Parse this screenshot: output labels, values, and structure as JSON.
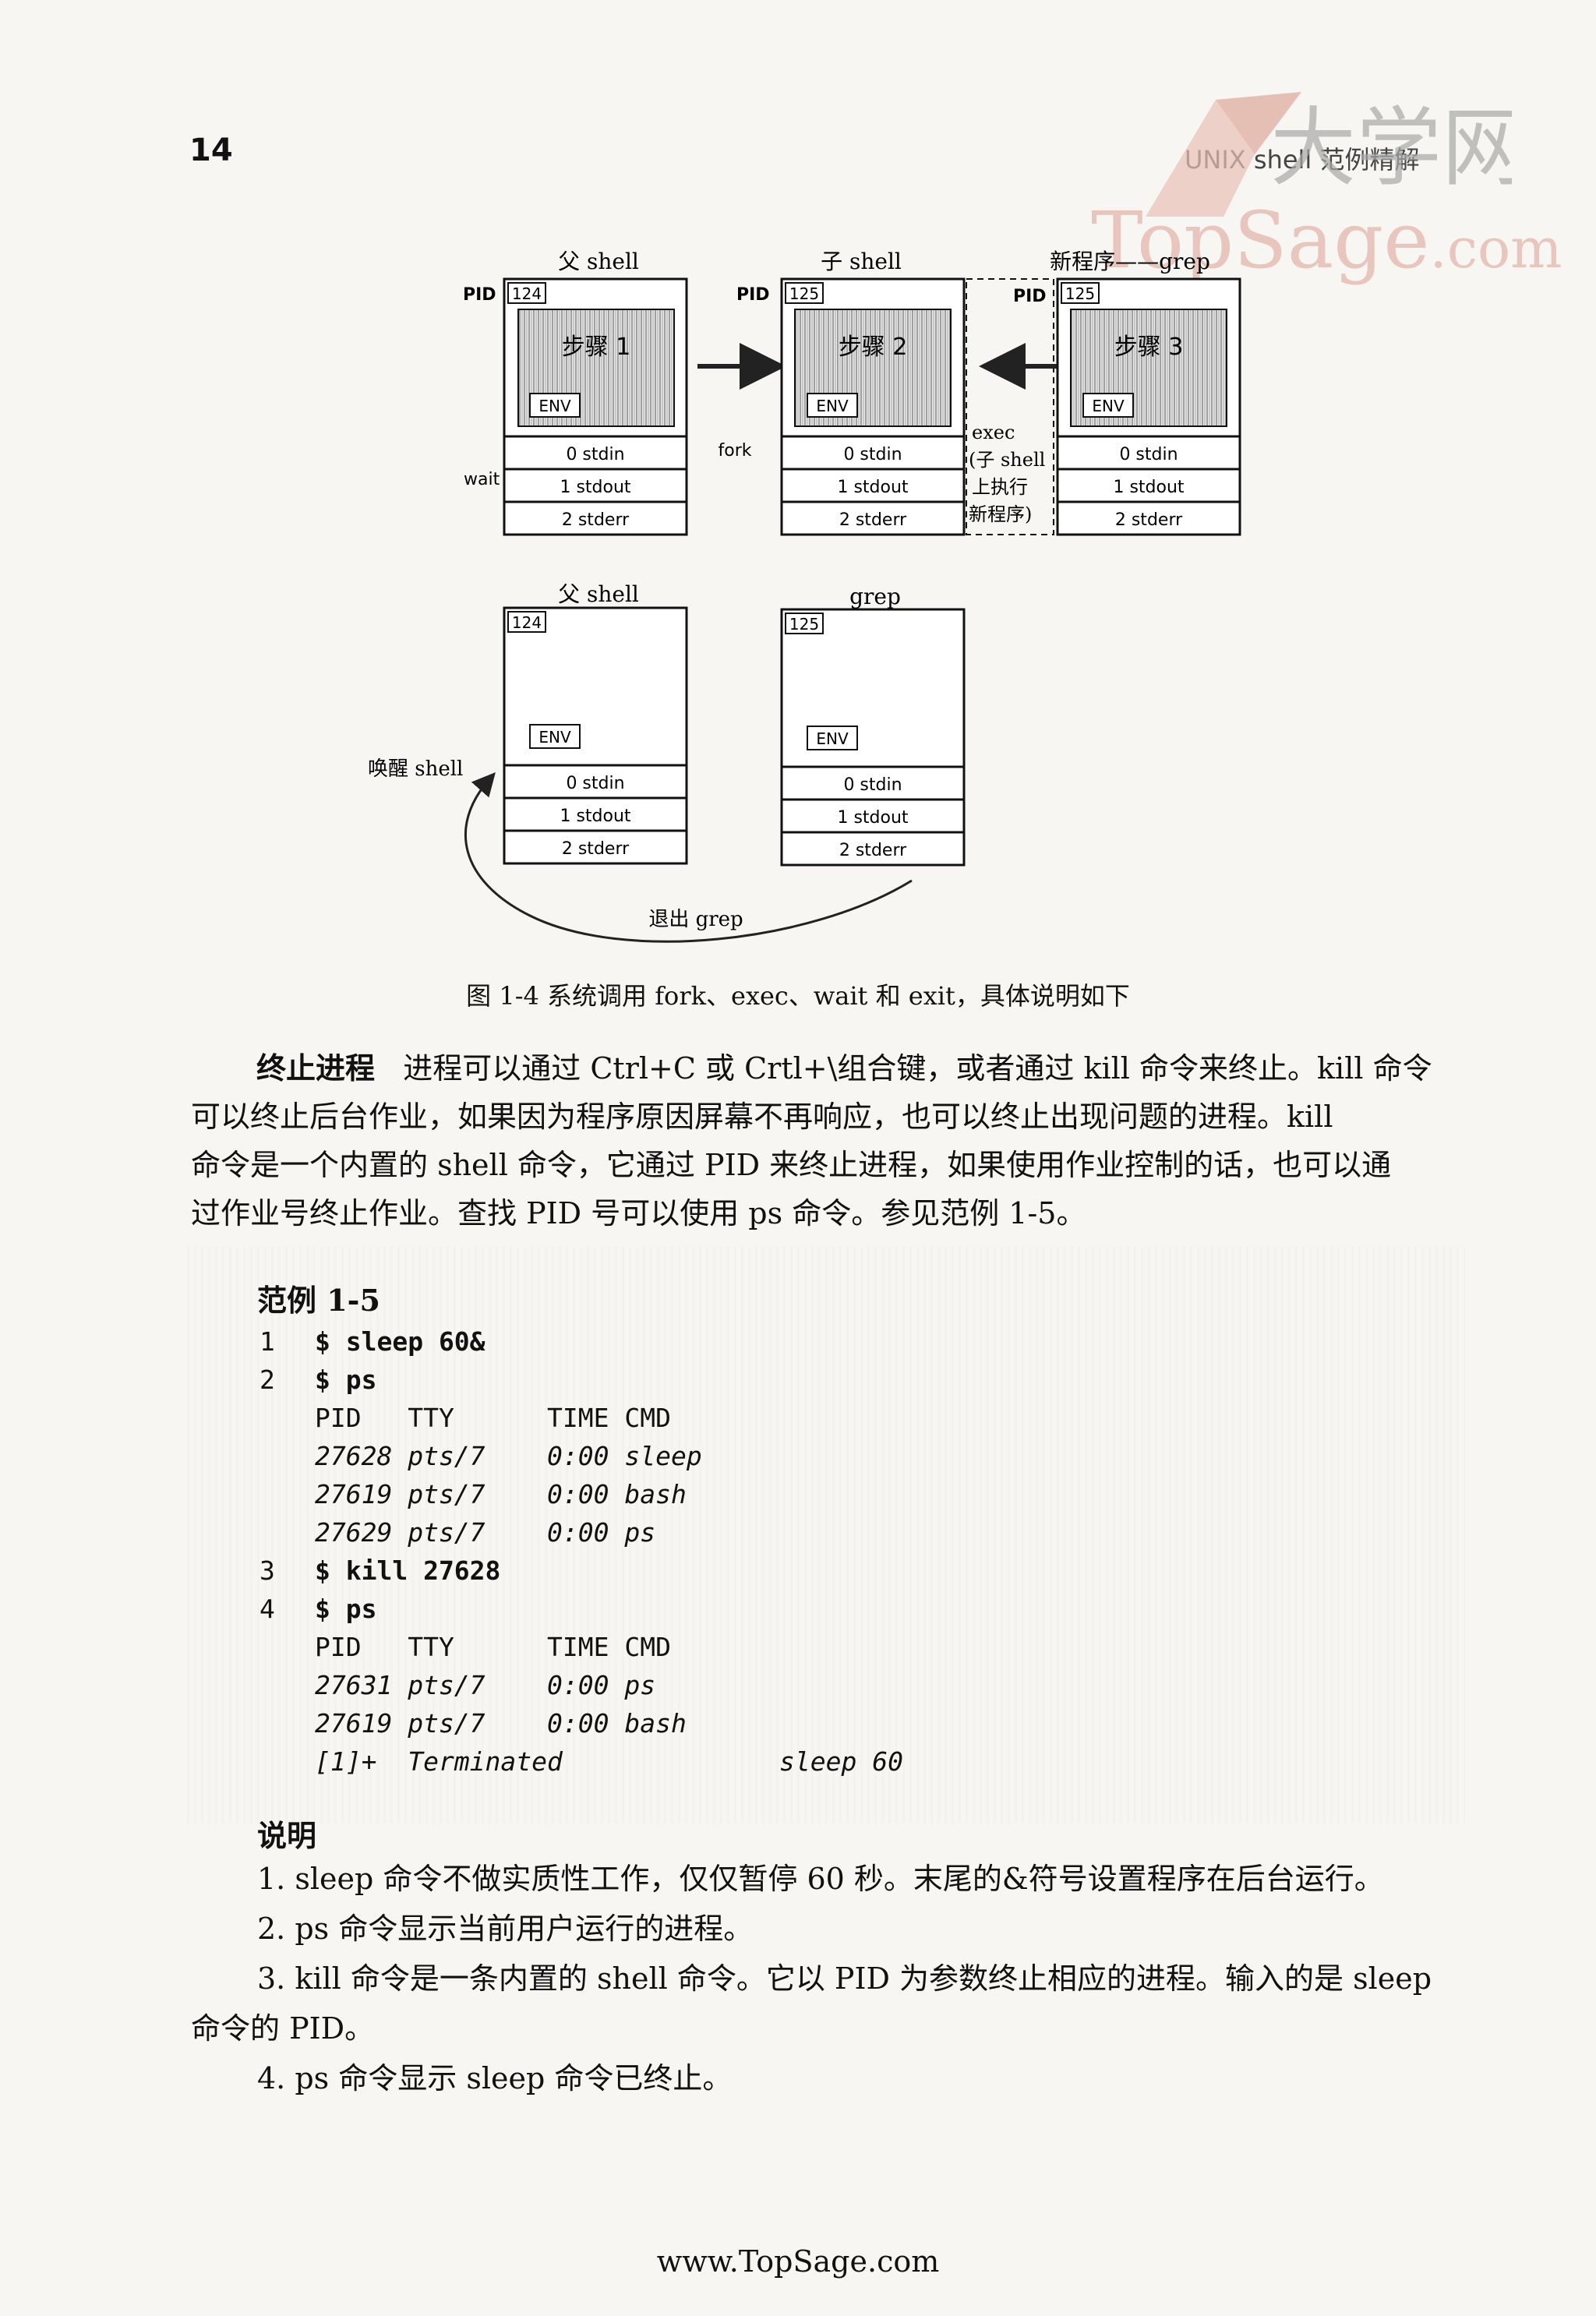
{
  "header": {
    "page_number": "14",
    "running_title": "UNIX shell 范例精解"
  },
  "watermark": {
    "logo_text": "大学网",
    "site_text": "TopSage",
    "site_suffix": ".com"
  },
  "figure": {
    "top": {
      "box1_title": "父 shell",
      "box2_title": "子 shell",
      "box3_title": "新程序——grep",
      "pid_label": "PID",
      "box1_pid": "124",
      "box2_pid": "125",
      "box3_pid": "125",
      "box1_step": "步骤 1",
      "box2_step": "步骤 2",
      "box3_step": "步骤 3",
      "env": "ENV",
      "fd0": "0 stdin",
      "fd1": "1 stdout",
      "fd2": "2 stderr",
      "wait": "wait",
      "fork": "fork",
      "exec_lines": [
        "exec",
        "(子 shell",
        "上执行",
        "新程序)"
      ]
    },
    "bottom": {
      "box1_title": "父 shell",
      "box2_title": "grep",
      "box1_pid": "124",
      "box2_pid": "125",
      "env": "ENV",
      "fd0": "0 stdin",
      "fd1": "1 stdout",
      "fd2": "2 stderr",
      "wake": "唤醒 shell",
      "exit": "退出 grep"
    },
    "caption": "图 1-4   系统调用 fork、exec、wait 和 exit，具体说明如下"
  },
  "paragraph": {
    "term": "终止进程",
    "lines": [
      "进程可以通过 Ctrl+C 或 Crtl+\\组合键，或者通过 kill 命令来终止。kill 命令",
      "可以终止后台作业，如果因为程序原因屏幕不再响应，也可以终止出现问题的进程。kill",
      "命令是一个内置的 shell 命令，它通过 PID 来终止进程，如果使用作业控制的话，也可以通",
      "过作业号终止作业。查找 PID 号可以使用 ps 命令。参见范例 1-5。"
    ]
  },
  "example": {
    "title": "范例 1-5",
    "lines": [
      {
        "n": "1",
        "cmd": "$ sleep 60&"
      },
      {
        "n": "2",
        "cmd": "$ ps"
      },
      {
        "out": "PID   TTY      TIME CMD",
        "italic": false
      },
      {
        "out": "27628 pts/7    0:00 sleep",
        "italic": true
      },
      {
        "out": "27619 pts/7    0:00 bash",
        "italic": true
      },
      {
        "out": "27629 pts/7    0:00 ps",
        "italic": true
      },
      {
        "n": "3",
        "cmd": "$ kill 27628"
      },
      {
        "n": "4",
        "cmd": "$ ps"
      },
      {
        "out": "PID   TTY      TIME CMD",
        "italic": false
      },
      {
        "out": "27631 pts/7    0:00 ps",
        "italic": true
      },
      {
        "out": "27619 pts/7    0:00 bash",
        "italic": true
      },
      {
        "out": "[1]+  Terminated              sleep 60",
        "italic": true
      }
    ]
  },
  "notes": {
    "title": "说明",
    "items": [
      "1. sleep 命令不做实质性工作，仅仅暂停 60 秒。末尾的&符号设置程序在后台运行。",
      "2. ps 命令显示当前用户运行的进程。",
      "3. kill 命令是一条内置的 shell 命令。它以 PID 为参数终止相应的进程。输入的是 sleep",
      "命令的 PID。",
      "4. ps 命令显示 sleep 命令已终止。"
    ]
  },
  "footer": "www.TopSage.com"
}
